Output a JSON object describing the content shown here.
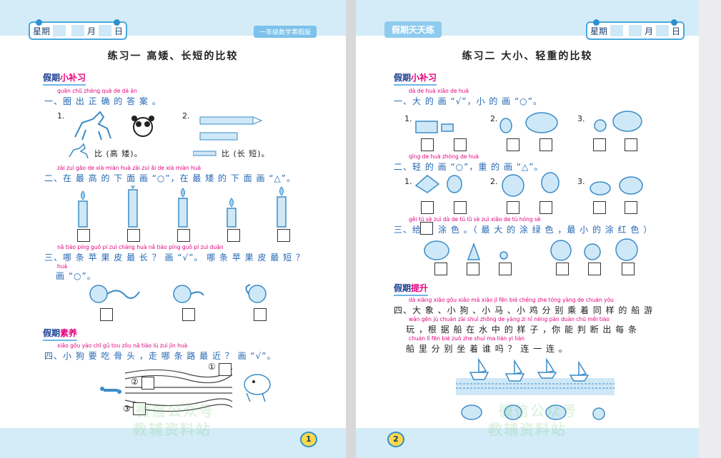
{
  "header": {
    "week_label": "星期",
    "month_label": "月",
    "day_label": "日"
  },
  "left": {
    "brand": "一年级数学寒假版",
    "title": "练习一 高矮、长短的比较",
    "section1": {
      "prefix": "假期",
      "highlight": "小补习"
    },
    "q1": {
      "pinyin": "quān chū zhèng què de dá àn",
      "text": "一、圈 出 正 确 的 答 案 。",
      "item1_label": "1.",
      "item2_label": "2.",
      "compare_height": "比 (高 矮)。",
      "compare_length": "比 (长 短)。"
    },
    "q2": {
      "pinyin": "zài zuì gāo de xià miàn huà zài zuì ǎi de xià miàn huà",
      "text": "二、在 最 高 的 下 面 画 “○”，在 最 矮 的 下 面 画 “△”。"
    },
    "q3": {
      "pinyin": "nǎ tiáo píng guǒ pí zuì cháng huà nǎ tiáo píng guǒ pí zuì duǎn",
      "text": "三、哪 条 苹 果 皮 最 长 ？ 画 “√”。 哪 条 苹 果 皮 最 短 ？",
      "pinyin2": "huà",
      "text2": "画 “○”。"
    },
    "section2": {
      "prefix": "假期",
      "highlight": "素养"
    },
    "q4": {
      "pinyin": "xiǎo gǒu yào chī gǔ tou zǒu nǎ tiáo lù zuì jìn huà",
      "text": "四、小 狗 要 吃 骨 头 ，走 哪 条 路 最 近 ？ 画 “√”。",
      "path1": "①",
      "path2": "②",
      "path3": "③"
    },
    "page_number": "1"
  },
  "right": {
    "banner": "假期天天练",
    "title": "练习二 大小、轻重的比较",
    "section1": {
      "prefix": "假期",
      "highlight": "小补习"
    },
    "q1": {
      "pinyin": "dà de huà xiǎo de huà",
      "text": "一、大 的 画 “√”，小 的 画 “○”。",
      "n1": "1.",
      "n2": "2.",
      "n3": "3."
    },
    "q2": {
      "pinyin": "qīng de huà zhòng de huà",
      "text": "二、轻 的 画 “○”，重 的 画 “△”。",
      "n1": "1.",
      "n2": "2.",
      "n3": "3."
    },
    "q3": {
      "pinyin": "gěi tú sè zuì dà de tú lǜ sè zuì xiǎo de tú hóng sè",
      "text_a": "三、给",
      "text_b": "涂 色 。（ 最 大 的 涂 绿 色 ，最 小 的 涂 红 色 ）"
    },
    "section2": {
      "prefix": "假期",
      "highlight": "提升"
    },
    "q4": {
      "pinyin1": "dà xiàng xiǎo gǒu xiǎo mǎ xiǎo jī fēn bié chéng zhe tóng yàng de chuán yóu",
      "line1": "四、大 象 、小 狗 、小 马 、小 鸡 分 别 乘 着 同 样 的 船 游",
      "pinyin2": "wán gēn jù chuán zài shuǐ zhōng de yàng zi nǐ néng pàn duàn chū měi tiáo",
      "line2": "玩 ，根 据 船 在 水 中 的 样 子 ，你 能 判 断 出 每 条",
      "pinyin3": "chuán lǐ fēn bié zuò zhe shuí ma lián yi lián",
      "line3": "船 里 分 别 坐 着 谁 吗 ？ 连 一 连 。"
    },
    "page_number": "2"
  },
  "watermark": {
    "line1": "微信公众号",
    "line2": "教辅资料站"
  }
}
